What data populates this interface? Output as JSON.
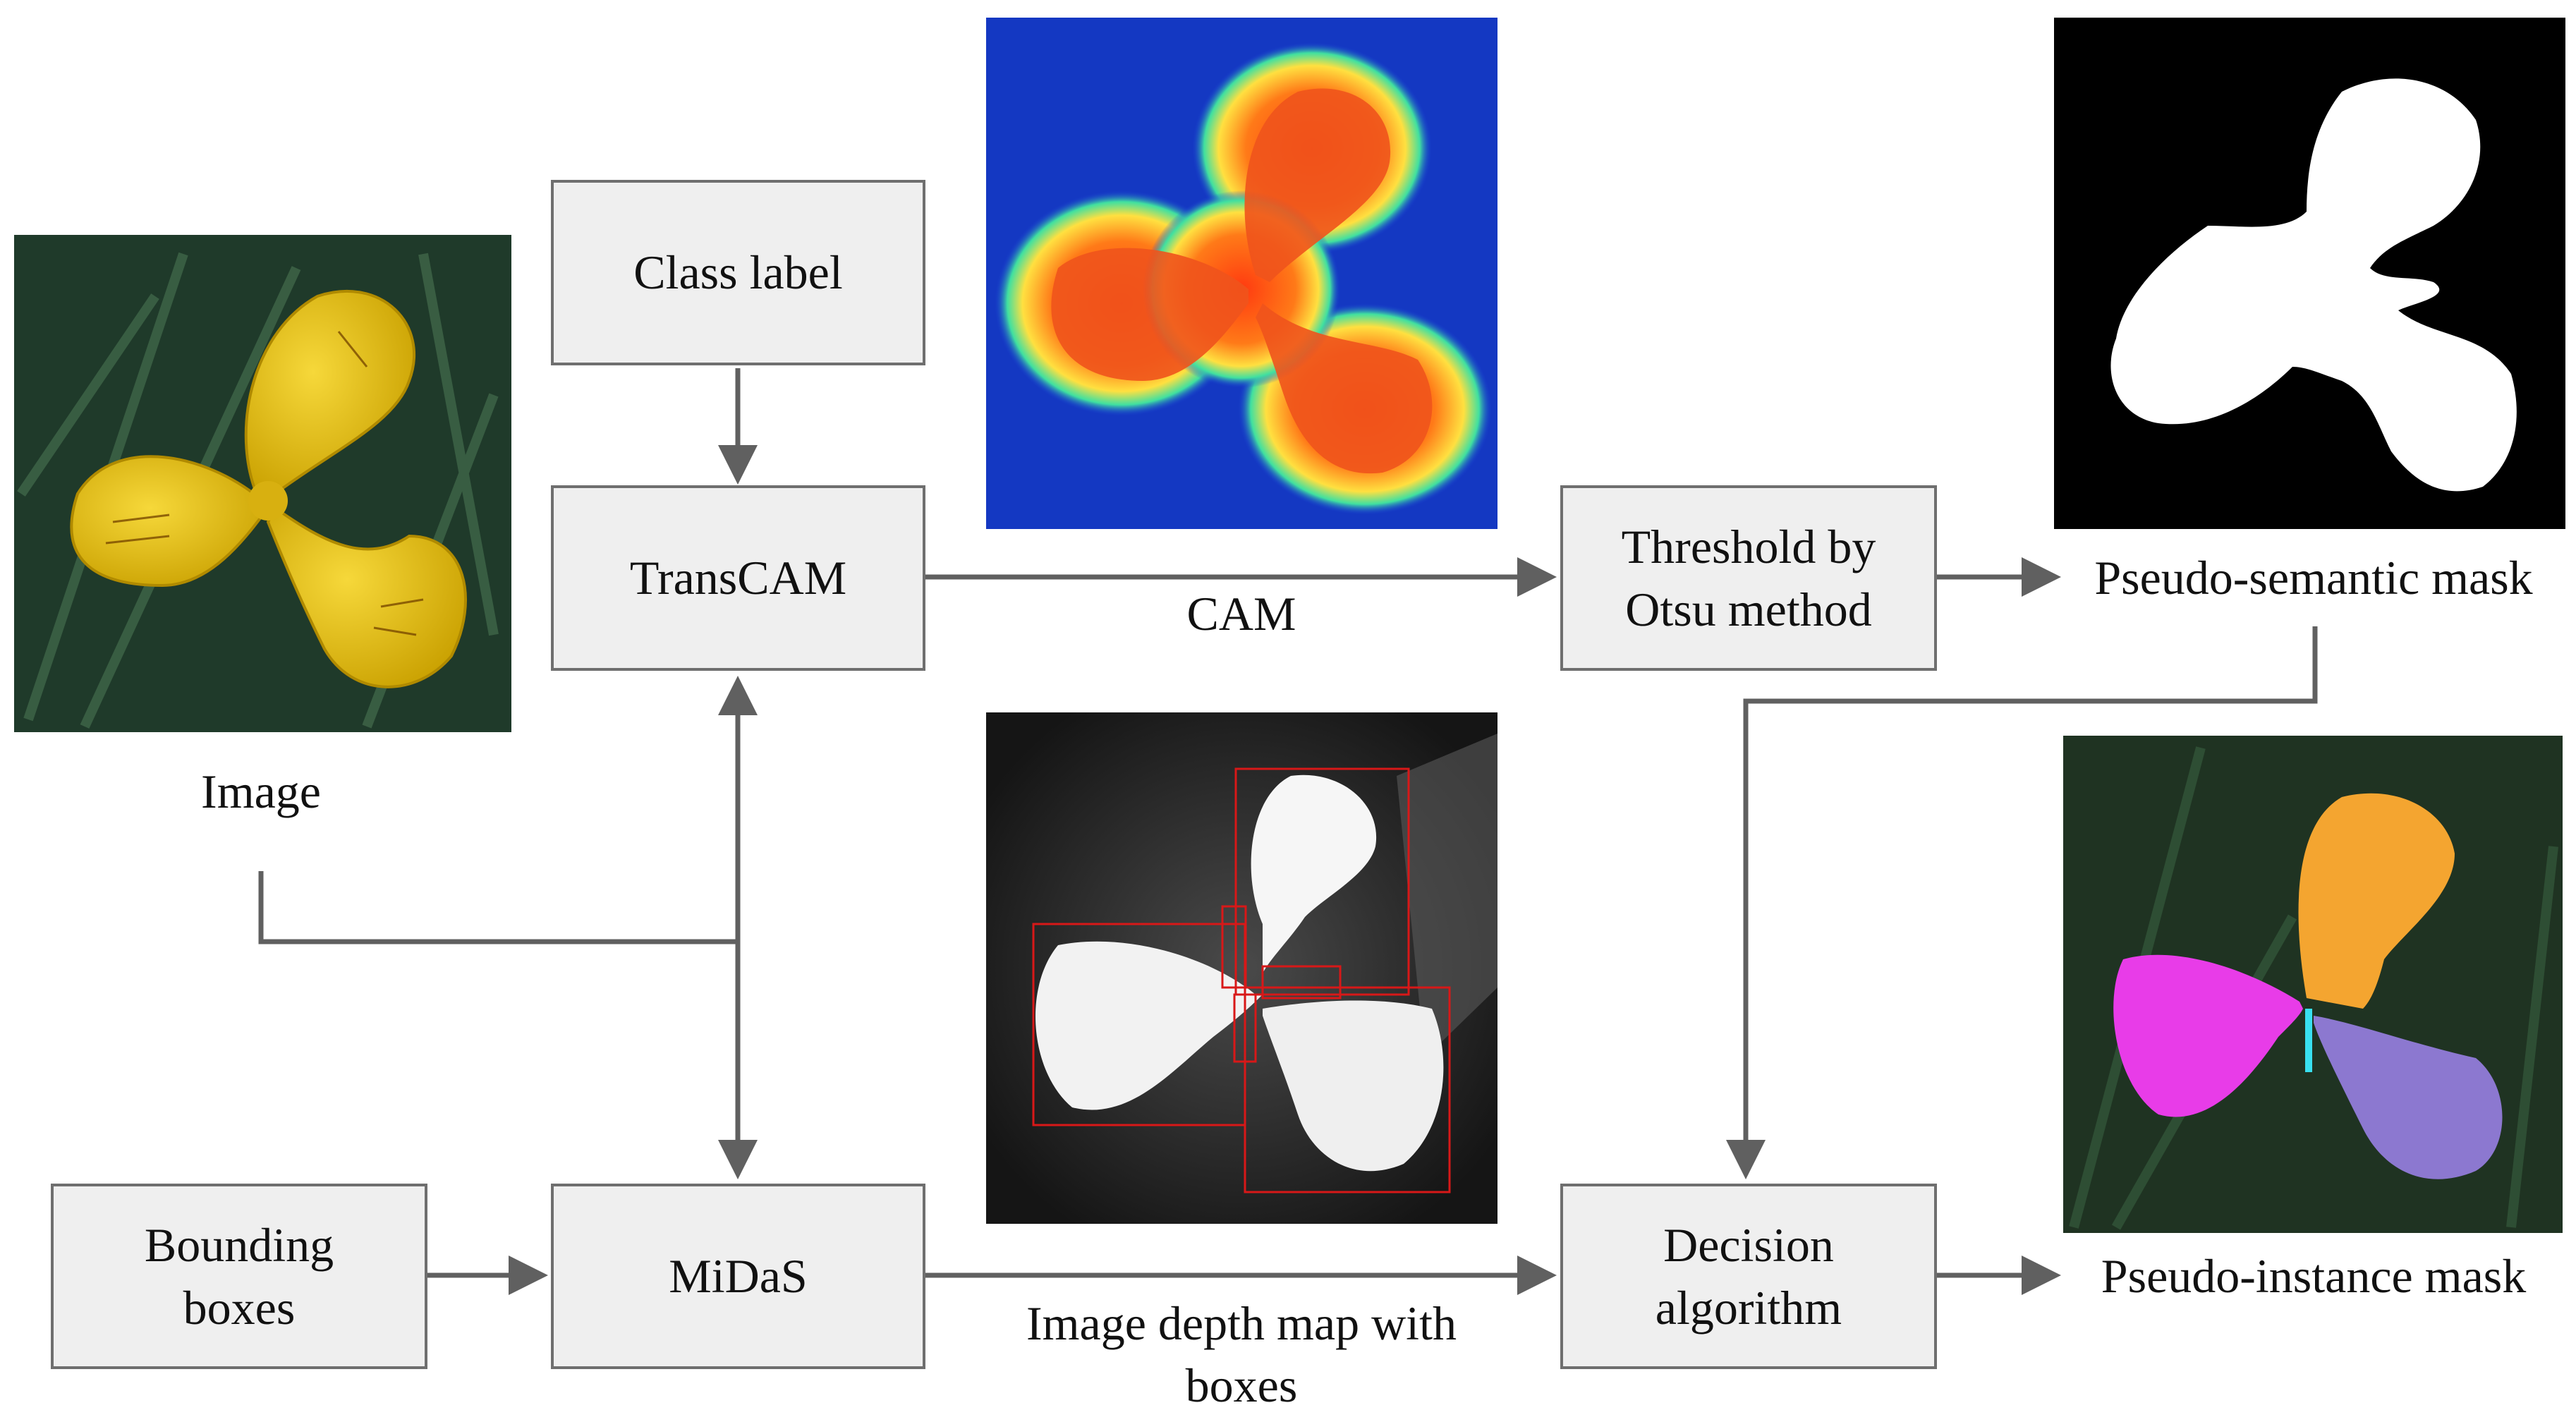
{
  "nodes": {
    "class_label": [
      "Class label"
    ],
    "transcam": [
      "TransCAM"
    ],
    "threshold": [
      "Threshold by",
      "Otsu method"
    ],
    "bounding_boxes": [
      "Bounding",
      "boxes"
    ],
    "midas": [
      "MiDaS"
    ],
    "decision": [
      "Decision",
      "algorithm"
    ]
  },
  "labels": {
    "image": "Image",
    "cam": "CAM",
    "pseudo_semantic": "Pseudo-semantic mask",
    "pseudo_instance": "Pseudo-instance mask",
    "depth_map": [
      "Image depth map with",
      "boxes"
    ]
  },
  "colors": {
    "box_fill": "#efefef",
    "box_border": "#6f6f6f",
    "arrow": "#606060",
    "petal_yellow": "#e6c21a",
    "cam_hot": "#f0541c",
    "cam_cold": "#1a3fd8",
    "bbox_red": "#d81818",
    "instance_orange": "#f4a530",
    "instance_magenta": "#e83ce8",
    "instance_violet": "#8c78d0"
  }
}
